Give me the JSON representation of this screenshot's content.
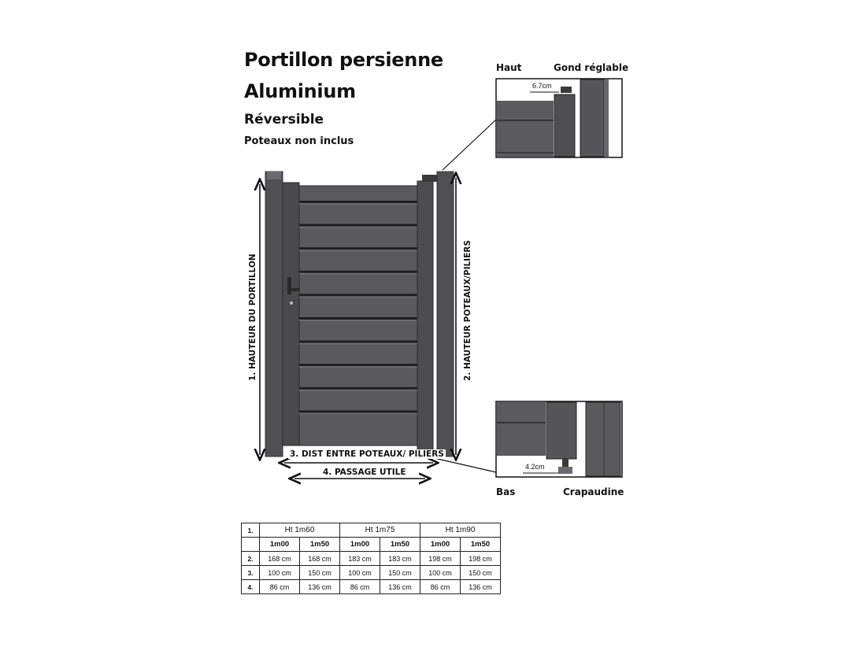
{
  "title": {
    "line1": "Portillon persienne",
    "line2": "Aluminium",
    "subtitle": "Réversible",
    "note": "Poteaux non inclus"
  },
  "diagram": {
    "label_hauteur_portillon": "1.  HAUTEUR DU PORTILLON",
    "label_hauteur_poteaux": "2.  HAUTEUR POTEAUX/PILIERS",
    "label_dist_poteaux": "3. DIST ENTRE POTEAUX/ PILIERS",
    "label_passage_utile": "4. PASSAGE UTILE"
  },
  "detail_top": {
    "label_left": "Haut",
    "label_right": "Gond réglable",
    "measure": "6.7cm"
  },
  "detail_bottom": {
    "label_left": "Bas",
    "label_right": "Crapaudine",
    "measure": "4.2cm"
  },
  "colors": {
    "gate_gray": "#555558",
    "gate_dark": "#3c3c3f",
    "slat_gap": "#222"
  },
  "table": {
    "corner": "1.",
    "groups": [
      "Ht 1m60",
      "Ht 1m75",
      "Ht 1m90"
    ],
    "subheaders": [
      "1m00",
      "1m50",
      "1m00",
      "1m50",
      "1m00",
      "1m50"
    ],
    "rows": [
      {
        "label": "2.",
        "cells": [
          "168 cm",
          "168 cm",
          "183 cm",
          "183 cm",
          "198 cm",
          "198 cm"
        ]
      },
      {
        "label": "3.",
        "cells": [
          "100 cm",
          "150 cm",
          "100 cm",
          "150 cm",
          "100 cm",
          "150 cm"
        ]
      },
      {
        "label": "4.",
        "cells": [
          "86 cm",
          "136 cm",
          "86 cm",
          "136 cm",
          "86 cm",
          "136 cm"
        ]
      }
    ]
  }
}
